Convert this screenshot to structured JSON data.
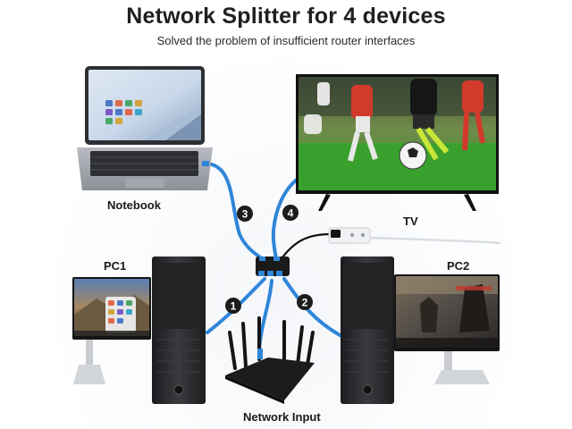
{
  "header": {
    "title": "Network Splitter for 4 devices",
    "subtitle": "Solved the problem of insufficient router interfaces"
  },
  "devices": {
    "notebook": "Notebook",
    "tv": "TV",
    "pc1": "PC1",
    "pc2": "PC2",
    "router": "Network Input"
  },
  "ports": {
    "p1": "1",
    "p2": "2",
    "p3": "3",
    "p4": "4"
  },
  "colors": {
    "cable": "#2f86d9",
    "badge": "#1c1c1c",
    "tower": "#2b2b2e"
  }
}
